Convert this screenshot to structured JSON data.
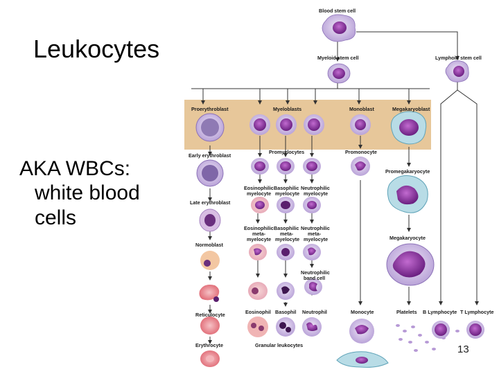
{
  "slide": {
    "title": "Leukocytes",
    "body_line1": "AKA WBCs:",
    "body_line2": "white blood",
    "body_line3": "cells",
    "page_number": "13"
  },
  "diagram": {
    "blood_stem_cell": "Blood stem cell",
    "myeloid_stem_cell": "Myeloid stem cell",
    "lymphoid_stem_cell": "Lymphoid stem cell",
    "proerythroblast": "Proerythroblast",
    "myeloblasts": "Myeloblasts",
    "monoblast": "Monoblast",
    "megakaryoblast": "Megakaryoblast",
    "early_erythroblast": "Early erythroblast",
    "promyelocytes": "Promyelocytes",
    "promonocyte": "Promonocyte",
    "promegakaryocyte": "Promegakaryocyte",
    "late_erythroblast": "Late erythroblast",
    "eos_myelocyte_1": "Eosinophilic",
    "eos_myelocyte_2": "myelocyte",
    "baso_myelocyte_1": "Basophilic",
    "baso_myelocyte_2": "myelocyte",
    "neut_myelocyte_1": "Neutrophilic",
    "neut_myelocyte_2": "myelocyte",
    "normoblast": "Normoblast",
    "eos_meta_1": "Eosinophilic",
    "eos_meta_2": "meta-",
    "eos_meta_3": "myelocyte",
    "baso_meta_1": "Basophilic",
    "baso_meta_2": "meta-",
    "baso_meta_3": "myelocyte",
    "neut_meta_1": "Neutrophilic",
    "neut_meta_2": "meta-",
    "neut_meta_3": "myelocyte",
    "megakaryocyte": "Megakaryocyte",
    "neut_band_1": "Neutrophilic",
    "neut_band_2": "band cell",
    "reticulocyte": "Reticulocyte",
    "eosinophil": "Eosinophil",
    "basophil": "Basophil",
    "neutrophil": "Neutrophil",
    "monocyte": "Monocyte",
    "platelets": "Platelets",
    "b_lymphocyte": "B Lymphocyte",
    "t_lymphocyte": "T Lymphocyte",
    "erythrocyte": "Erythrocyte",
    "granular_leukocytes": "Granular leukocytes"
  },
  "colors": {
    "band": "#e7c79a",
    "cell_membrane": "#c9b6e3",
    "nucleus": "#7a2b8f",
    "rbc": "#e7878f",
    "arrow": "#333333"
  }
}
